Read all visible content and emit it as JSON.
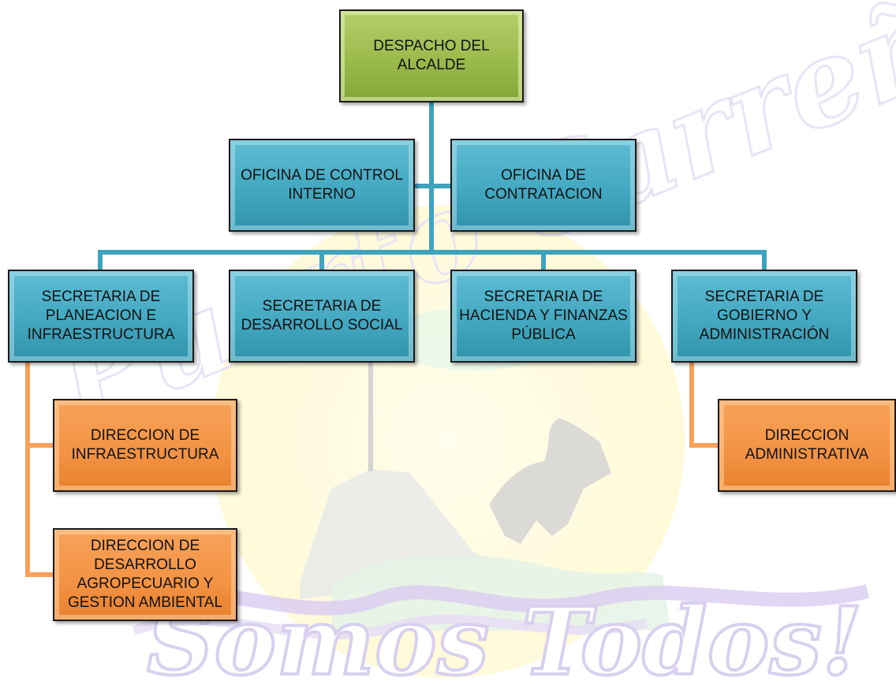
{
  "diagram": {
    "nodes": [
      {
        "id": "despacho",
        "lines": [
          "DESPACHO DEL",
          "ALCALDE"
        ],
        "color": "green"
      },
      {
        "id": "control",
        "lines": [
          "OFICINA DE CONTROL",
          "INTERNO"
        ],
        "color": "blue"
      },
      {
        "id": "contrat",
        "lines": [
          "OFICINA DE",
          "CONTRATACION"
        ],
        "color": "blue"
      },
      {
        "id": "plan",
        "lines": [
          "SECRETARIA DE",
          "PLANEACION E",
          "INFRAESTRUCTURA"
        ],
        "color": "blue"
      },
      {
        "id": "social",
        "lines": [
          "SECRETARIA DE",
          "DESARROLLO SOCIAL"
        ],
        "color": "blue"
      },
      {
        "id": "hacienda",
        "lines": [
          "SECRETARIA DE",
          "HACIENDA Y FINANZAS",
          "PÚBLICA"
        ],
        "color": "blue"
      },
      {
        "id": "gobierno",
        "lines": [
          "SECRETARIA DE",
          "GOBIERNO Y",
          "ADMINISTRACIÓN"
        ],
        "color": "blue"
      },
      {
        "id": "infra",
        "lines": [
          "DIRECCION DE",
          "INFRAESTRUCTURA"
        ],
        "color": "orange"
      },
      {
        "id": "agro",
        "lines": [
          "DIRECCION DE",
          "DESARROLLO",
          "AGROPECUARIO Y",
          "GESTION AMBIENTAL"
        ],
        "color": "orange"
      },
      {
        "id": "admin",
        "lines": [
          "DIRECCION",
          "ADMINISTRATIVA"
        ],
        "color": "orange"
      }
    ],
    "edges": [
      {
        "from": "despacho",
        "to": "control"
      },
      {
        "from": "despacho",
        "to": "contrat"
      },
      {
        "from": "despacho",
        "to": "plan"
      },
      {
        "from": "despacho",
        "to": "social"
      },
      {
        "from": "despacho",
        "to": "hacienda"
      },
      {
        "from": "despacho",
        "to": "gobierno"
      },
      {
        "from": "plan",
        "to": "infra"
      },
      {
        "from": "plan",
        "to": "agro"
      },
      {
        "from": "gobierno",
        "to": "admin"
      }
    ],
    "colors": {
      "green": "#9bba4c",
      "blue": "#43a8c1",
      "orange": "#f39445",
      "connector_blue": "#3ea3bd",
      "connector_orange": "#f6a25b"
    }
  },
  "watermark": {
    "text_top": "Puerto Carreño",
    "text_bottom": "Somos Todos!"
  }
}
